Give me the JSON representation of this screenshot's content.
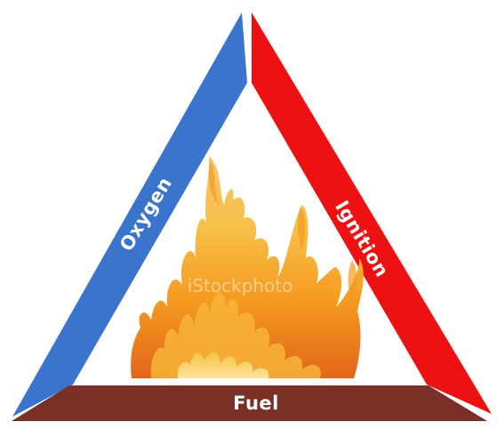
{
  "diagram": {
    "sides": {
      "left": {
        "label": "Oxygen",
        "color": "#3a74cc"
      },
      "right": {
        "label": "Ignition",
        "color": "#ee1111"
      },
      "bottom": {
        "label": "Fuel",
        "color": "#7a3027"
      }
    },
    "center": {
      "image": "flames",
      "watermark": "iStockphoto"
    },
    "colors": {
      "flame_outer": "#f6a21e",
      "flame_mid": "#f3c23d",
      "flame_core": "#fff2b0"
    }
  }
}
